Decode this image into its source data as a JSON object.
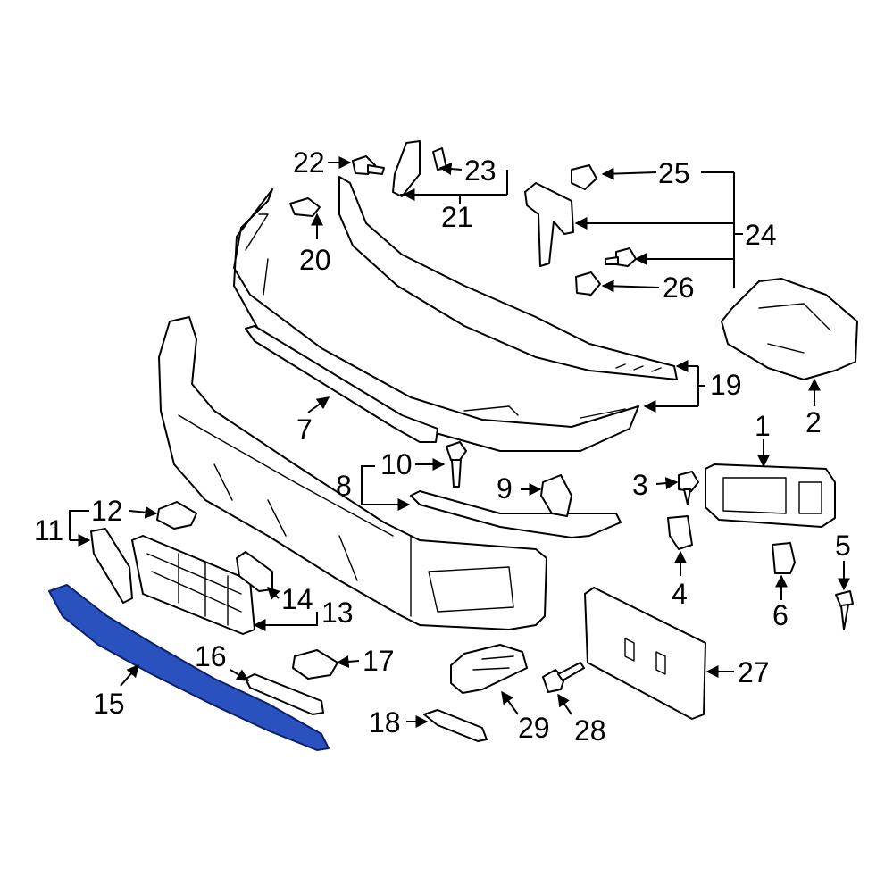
{
  "colors": {
    "highlight": "#2a52be",
    "line": "#000000",
    "background": "#ffffff"
  },
  "callouts": {
    "c1": "1",
    "c2": "2",
    "c3": "3",
    "c4": "4",
    "c5": "5",
    "c6": "6",
    "c7": "7",
    "c8": "8",
    "c9": "9",
    "c10": "10",
    "c11": "11",
    "c12": "12",
    "c13": "13",
    "c14": "14",
    "c15": "15",
    "c16": "16",
    "c17": "17",
    "c18": "18",
    "c19": "19",
    "c20": "20",
    "c21": "21",
    "c22": "22",
    "c23": "23",
    "c24": "24",
    "c25": "25",
    "c26": "26",
    "c27": "27",
    "c28": "28",
    "c29": "29"
  }
}
